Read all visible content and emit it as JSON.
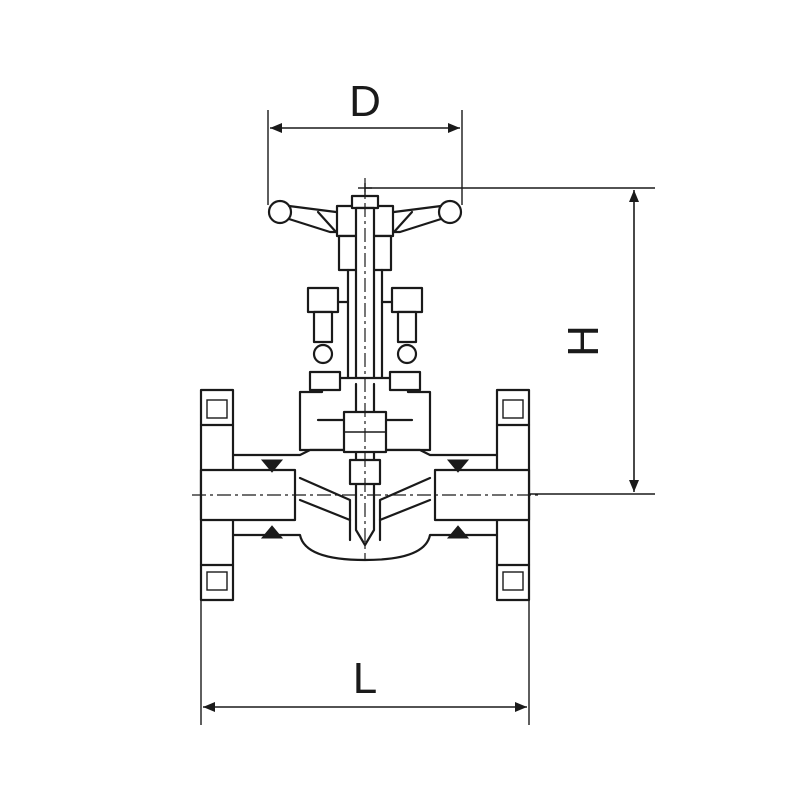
{
  "diagram": {
    "dimensions": {
      "handwheel_diameter": "D",
      "height": "H",
      "length": "L"
    },
    "colors": {
      "line": "#1a1a1a",
      "background": "#ffffff"
    }
  }
}
